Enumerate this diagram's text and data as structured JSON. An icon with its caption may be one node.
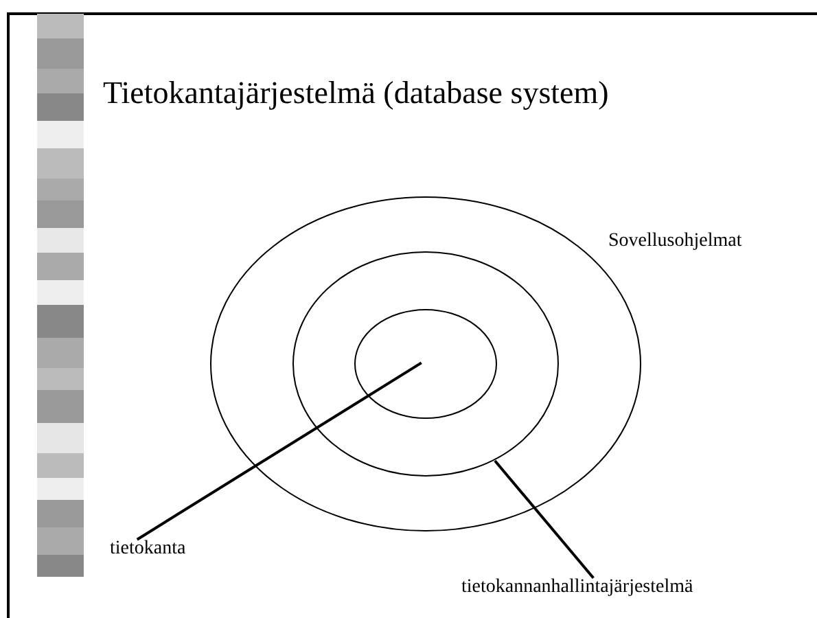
{
  "diagram": {
    "title": "Tietokantajärjestelmä (database system)",
    "nodes": [
      {
        "text": [],
        "shape": "circle"
      },
      {
        "text": [],
        "shape": "circle",
        "in": 0
      },
      {
        "text": [],
        "shape": "circle",
        "in": 1
      },
      {
        "text": [
          "tietokanta"
        ]
      },
      {
        "text": [
          "tietokannanhallintajärjestelmä"
        ]
      }
    ],
    "edges": [
      {
        "from": 3,
        "to": 2,
        "arrow": "none"
      },
      {
        "from": 4,
        "to": 1,
        "arrow": "none"
      }
    ],
    "labels": [
      "Sovellusohjelmat"
    ]
  }
}
